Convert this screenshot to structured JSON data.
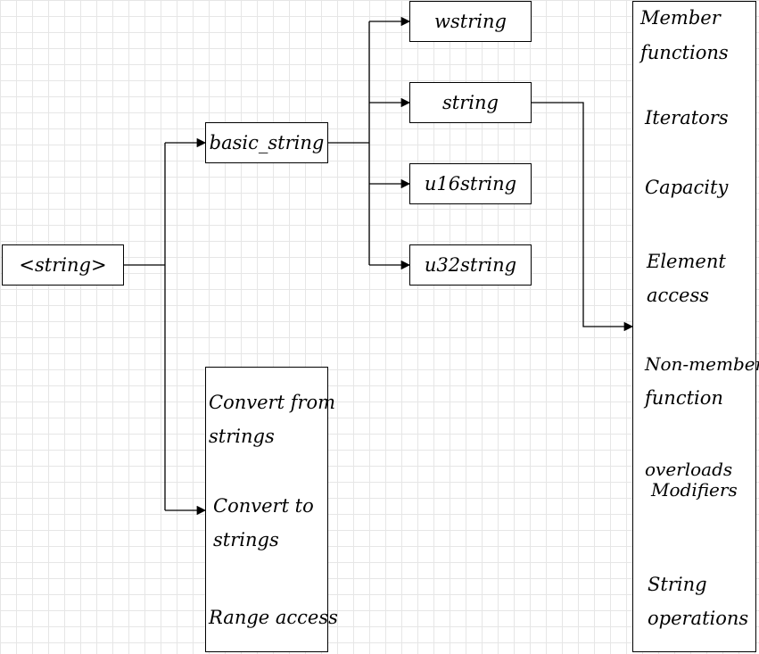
{
  "root": "<string>",
  "basic_string": "basic_string",
  "types": [
    "wstring",
    "string",
    "u16string",
    "u32string"
  ],
  "conversions": {
    "convert_from": [
      "Convert from",
      "strings"
    ],
    "convert_to": [
      "Convert to",
      "strings"
    ],
    "range_access": "Range access"
  },
  "string_members": {
    "member_functions": [
      "Member",
      "functions"
    ],
    "iterators": "Iterators",
    "capacity": "Capacity",
    "element_access": [
      "Element",
      "access"
    ],
    "non_member": [
      "Non-member",
      "function"
    ],
    "overloads": "overloads",
    "modifiers": "Modifiers",
    "string_operations": [
      "String",
      "operations"
    ]
  }
}
